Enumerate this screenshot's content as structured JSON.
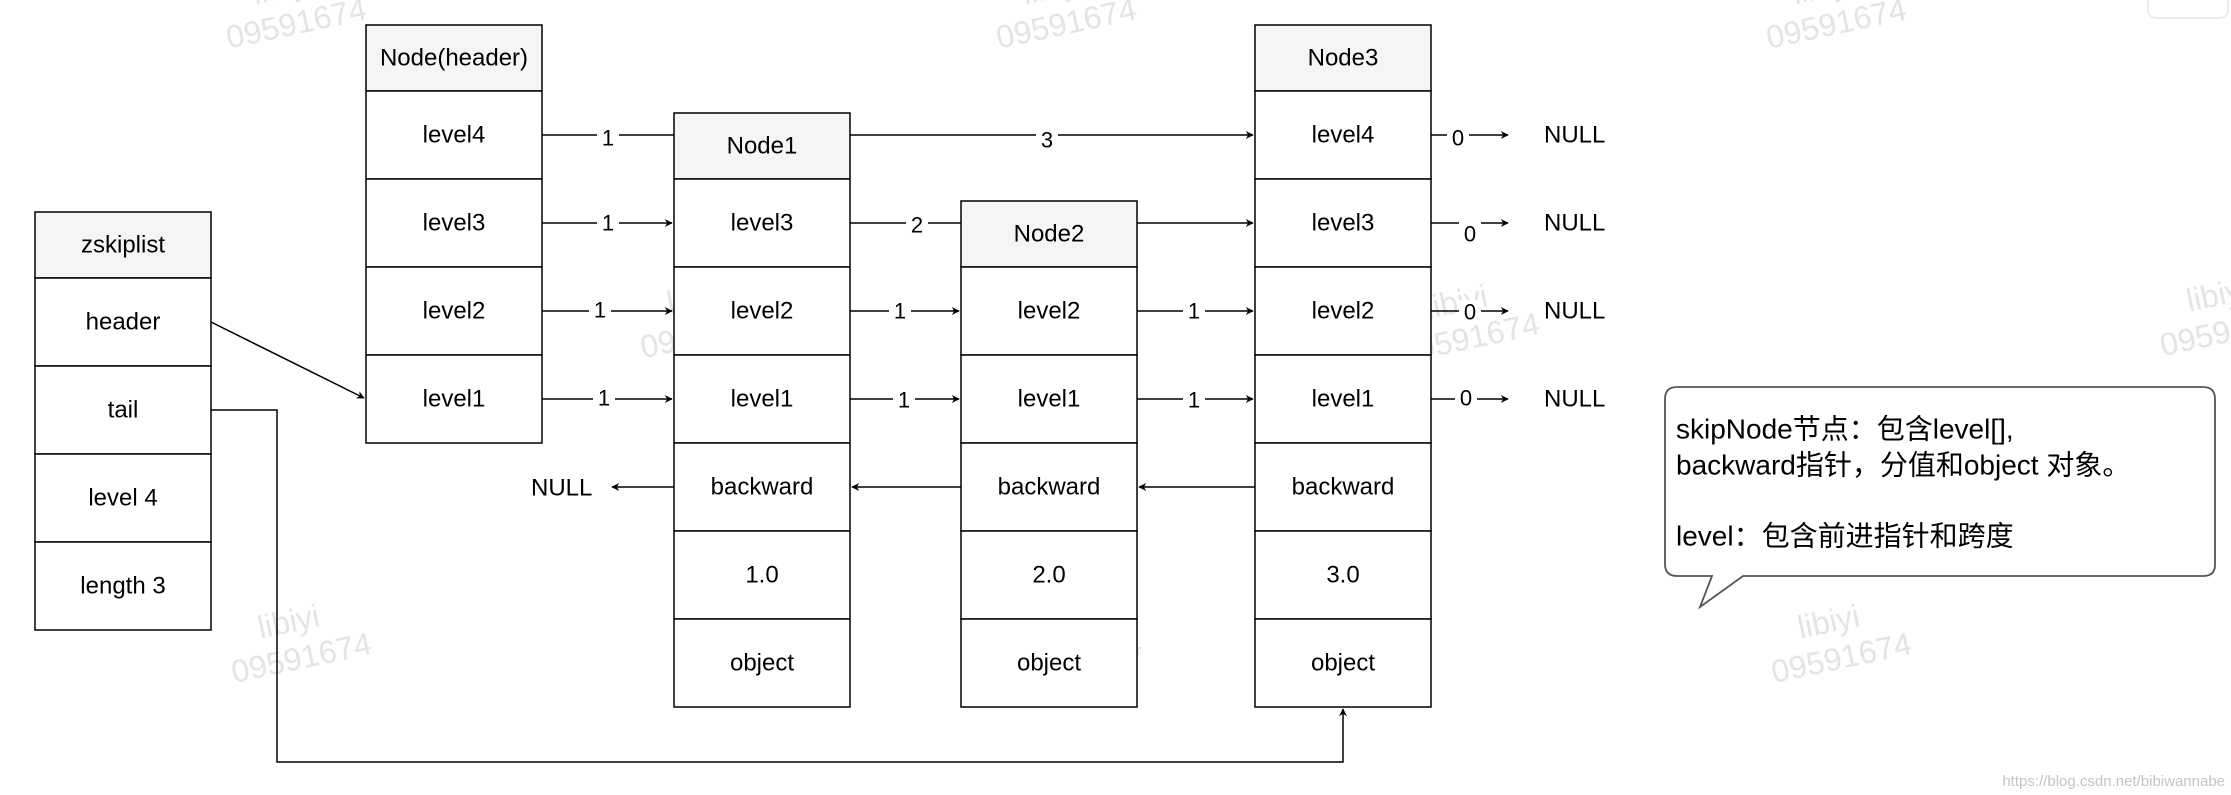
{
  "watermark": {
    "line1": "libiyi",
    "line2": "09591674"
  },
  "zskiplist": {
    "title": "zskiplist",
    "header": "header",
    "tail": "tail",
    "level": "level 4",
    "length": "length 3"
  },
  "header_node": {
    "title": "Node(header)",
    "levels": [
      "level4",
      "level3",
      "level2",
      "level1"
    ]
  },
  "node1": {
    "title": "Node1",
    "levels": [
      "level3",
      "level2",
      "level1"
    ],
    "backward": "backward",
    "score": "1.0",
    "object": "object"
  },
  "node2": {
    "title": "Node2",
    "levels": [
      "level2",
      "level1"
    ],
    "backward": "backward",
    "score": "2.0",
    "object": "object"
  },
  "node3": {
    "title": "Node3",
    "levels": [
      "level4",
      "level3",
      "level2",
      "level1"
    ],
    "backward": "backward",
    "score": "3.0",
    "object": "object"
  },
  "spans": {
    "header_l4": "1",
    "header_l3": "1",
    "header_l2": "1",
    "header_l1": "1",
    "node1_l4": "3",
    "node1_l3": "2",
    "node1_l2": "1",
    "node1_l1": "1",
    "node2_l2": "1",
    "node2_l1": "1",
    "node3_l4": "0",
    "node3_l3": "0",
    "node3_l2": "0",
    "node3_l1": "0"
  },
  "null_label": "NULL",
  "callout": {
    "line1": "skipNode节点：包含level[],",
    "line2": "backward指针，分值和object  对象。",
    "line3": "level：包含前进指针和跨度"
  },
  "credit": "https://blog.csdn.net/bibiwannabe",
  "colors": {
    "stroke": "#000000",
    "title_fill": "#f5f5f5",
    "callout_stroke": "#666666",
    "watermark": "#e6e6e6"
  }
}
